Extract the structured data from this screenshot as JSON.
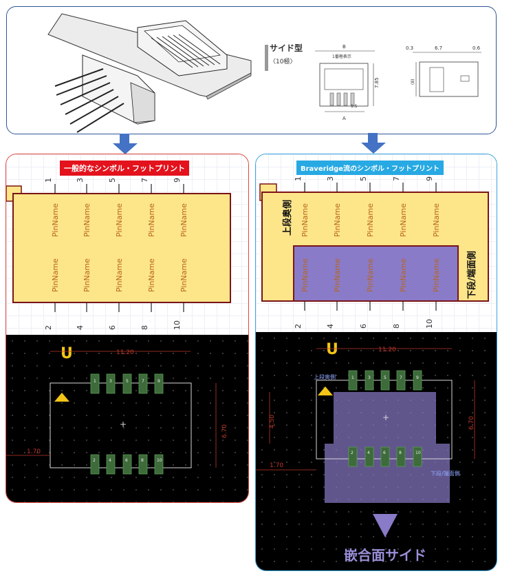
{
  "top": {
    "side_type_label": "サイド型",
    "poles_label": "〈10極〉",
    "dim_b": "B",
    "pin1_mark_label": "1番極表示",
    "dim_785": "7.85",
    "dim_8": "(8)",
    "dim_15": "1.5",
    "dim_a": "A",
    "dim_03": "0.3",
    "dim_67": "6.7",
    "dim_06": "0.6"
  },
  "left": {
    "title": "一般的なシンボル・フットプリント",
    "pin_name": "PinName",
    "top_pins": [
      "1",
      "3",
      "5",
      "7",
      "9"
    ],
    "bottom_pins": [
      "2",
      "4",
      "6",
      "8",
      "10"
    ],
    "fp_top_pads": [
      "1",
      "3",
      "5",
      "7",
      "9"
    ],
    "fp_bottom_pads": [
      "2",
      "4",
      "6",
      "8",
      "10"
    ],
    "dim_width": "11.20",
    "dim_height": "6.70",
    "dim_pitch": "1.70",
    "orient_mark": "U"
  },
  "right": {
    "title": "Braveridge流のシンボル・フットプリント",
    "pin_name": "PinName",
    "top_pins": [
      "1",
      "3",
      "5",
      "7",
      "9"
    ],
    "bottom_pins": [
      "2",
      "4",
      "6",
      "8",
      "10"
    ],
    "upper_label": "上段奥側",
    "lower_label": "下段/端面側",
    "fp_top_pads": [
      "1",
      "3",
      "5",
      "7",
      "9"
    ],
    "fp_bottom_pads": [
      "2",
      "4",
      "6",
      "8",
      "10"
    ],
    "dim_width": "11.20",
    "dim_height": "6.70",
    "dim_left": "4.50",
    "dim_pitch": "1.70",
    "fp_upper_label": "上段奥側",
    "fp_lower_label": "下段/端面側",
    "orient_mark": "U",
    "mating_label": "嵌合面サイド"
  },
  "colors": {
    "symbol_fill": "#fde58a",
    "symbol_border": "#7a1416",
    "lower_fill": "#8a7bc8",
    "pad_green": "#3d6b3a",
    "arrow_blue": "#4472c4",
    "dim_red": "#c0392b",
    "orient_yellow": "#f2c417"
  }
}
